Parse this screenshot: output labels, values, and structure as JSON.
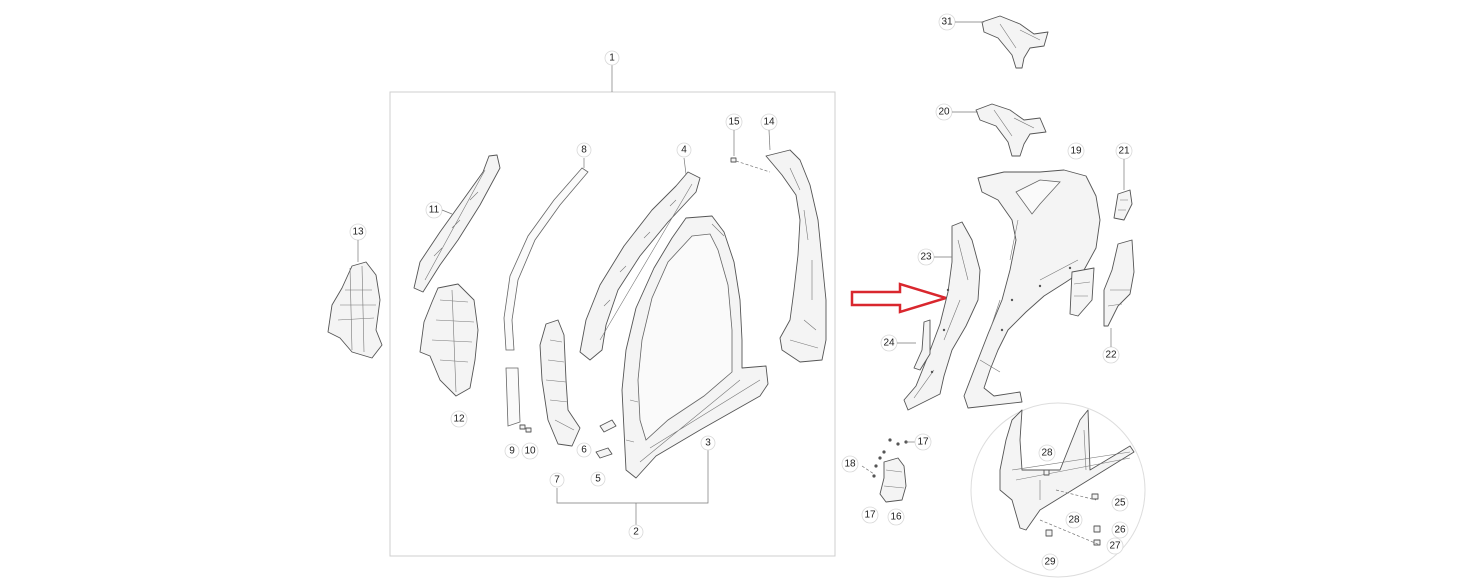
{
  "colors": {
    "line": "#555555",
    "frame": "#cfcfcf",
    "arrow": "#d9272e",
    "background": "#ffffff"
  },
  "callouts": {
    "c1": "1",
    "c2": "2",
    "c3": "3",
    "c4": "4",
    "c5": "5",
    "c6": "6",
    "c7": "7",
    "c8": "8",
    "c9": "9",
    "c10": "10",
    "c11": "11",
    "c12": "12",
    "c13": "13",
    "c14": "14",
    "c15": "15",
    "c16": "16",
    "c17a": "17",
    "c17b": "17",
    "c18": "18",
    "c19": "19",
    "c20": "20",
    "c21": "21",
    "c22": "22",
    "c23": "23",
    "c24": "24",
    "c25": "25",
    "c26": "26",
    "c27": "27",
    "c28a": "28",
    "c28b": "28",
    "c29": "29",
    "c31": "31"
  }
}
